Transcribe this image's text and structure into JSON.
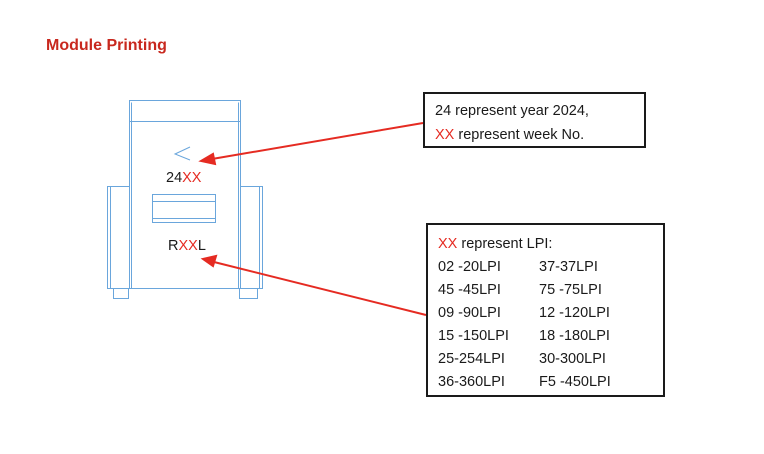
{
  "title": "Module Printing",
  "marks": {
    "date_prefix": "24",
    "date_code": "XX",
    "lpi_prefix": "R",
    "lpi_code": "XX",
    "lpi_suffix": "L"
  },
  "year_box": {
    "line1": "24 represent year 2024,",
    "line2_code": "XX",
    "line2_rest": " represent week No."
  },
  "lpi_box": {
    "header_code": "XX",
    "header_rest": " represent LPI:",
    "rows": [
      [
        "02 -20LPI",
        "37-37LPI"
      ],
      [
        "45 -45LPI",
        "75 -75LPI"
      ],
      [
        "09 -90LPI",
        "12 -120LPI"
      ],
      [
        "15 -150LPI",
        "18 -180LPI"
      ],
      [
        "25-254LPI",
        "30-300LPI"
      ],
      [
        "36-360LPI",
        "F5 -450LPI"
      ]
    ]
  },
  "colors": {
    "accent_red": "#e52b22",
    "title_red": "#c8281e",
    "outline_blue": "#6aa6dc",
    "text": "#1a1a1a"
  }
}
